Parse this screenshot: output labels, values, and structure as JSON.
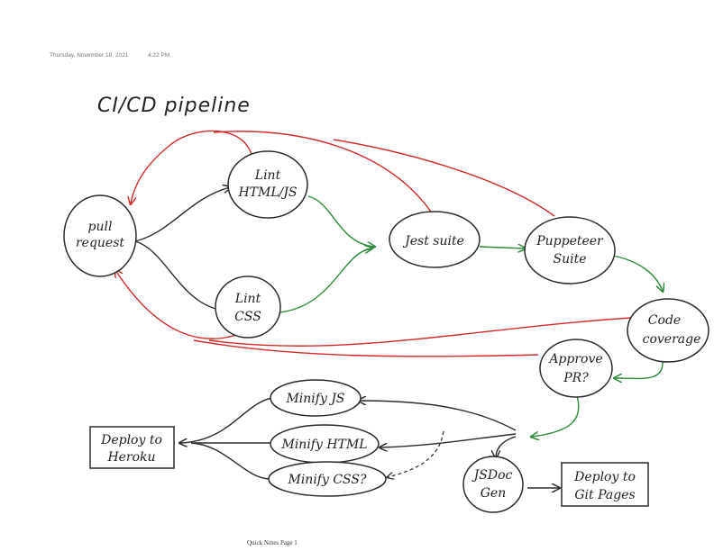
{
  "header": {
    "date": "Thursday, November 18, 2021",
    "time": "4:22 PM"
  },
  "title": "CI/CD pipeline",
  "nodes": {
    "pull_request": [
      "pull",
      "request"
    ],
    "lint_html": [
      "Lint",
      "HTML/JS"
    ],
    "lint_css": [
      "Lint",
      "CSS"
    ],
    "jest": [
      "Jest suite"
    ],
    "puppeteer": [
      "Puppeteer",
      "Suite"
    ],
    "coverage": [
      "Code",
      "coverage"
    ],
    "approve": [
      "Approve",
      "PR?"
    ],
    "jsdoc": [
      "JSDoc",
      "Gen"
    ],
    "deploy_git": [
      "Deploy to",
      "Git Pages"
    ],
    "minify_js": [
      "Minify JS"
    ],
    "minify_html": [
      "Minify HTML"
    ],
    "minify_css": [
      "Minify CSS?"
    ],
    "deploy_heroku": [
      "Deploy to",
      "Heroku"
    ]
  },
  "colors": {
    "ink": "#2b2b2b",
    "success": "#2e8b3a",
    "failure": "#d42a2a"
  },
  "footer": "Quick Notes Page 1"
}
